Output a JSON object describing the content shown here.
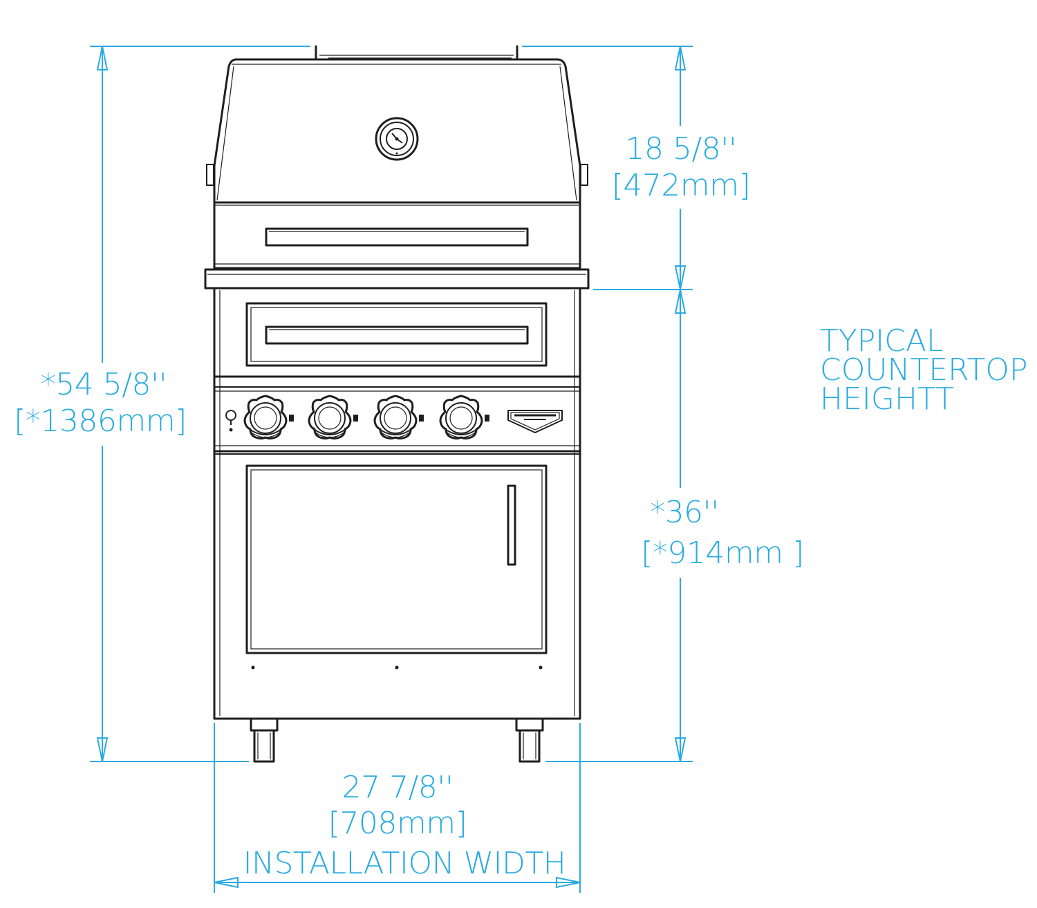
{
  "colors": {
    "dimension": "#29abe2",
    "outline": "#1e1e1e",
    "background": "#ffffff"
  },
  "dimensions": {
    "overall_height": {
      "imperial": "*54 5/8''",
      "metric": "[*1386mm]"
    },
    "hood_height": {
      "imperial": "18 5/8''",
      "metric": "[472mm]"
    },
    "counter_height": {
      "imperial": "*36''",
      "metric": "[*914mm ]"
    },
    "width": {
      "imperial": "27 7/8''",
      "metric": "[708mm]",
      "label": "INSTALLATION WIDTH"
    }
  },
  "note": {
    "line1": "TYPICAL",
    "line2": "COUNTERTOP",
    "line3": "HEIGHTT"
  },
  "grill": {
    "burner_knobs": 4
  }
}
